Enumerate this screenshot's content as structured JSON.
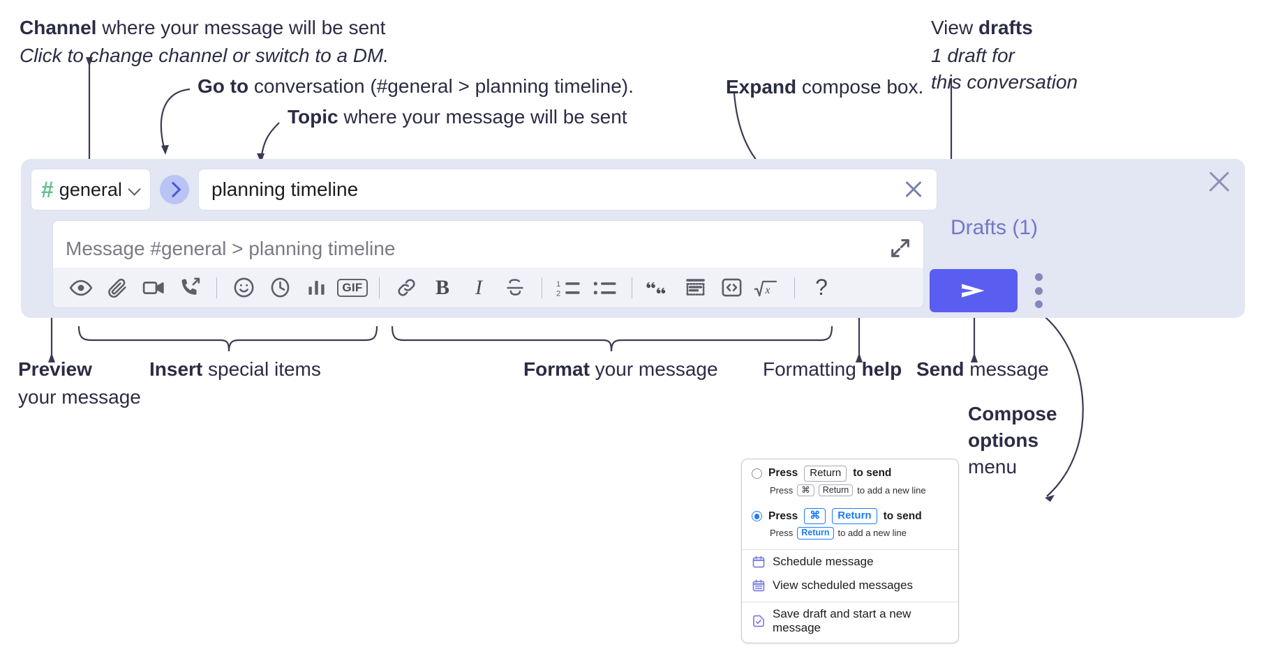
{
  "annotations": {
    "channel": {
      "line1_bold": "Channel",
      "line1_rest": " where your message will be sent",
      "line2": "Click to change channel or switch to a DM."
    },
    "goto": {
      "bold": "Go to",
      "rest": " conversation (#general > planning timeline)."
    },
    "topic": {
      "bold": "Topic",
      "rest": " where your message will be sent"
    },
    "expand": {
      "bold": "Expand",
      "rest": " compose box."
    },
    "drafts": {
      "line1_rest": "View ",
      "line1_bold": "drafts",
      "line2": "1 draft for",
      "line3": "this conversation"
    },
    "preview": {
      "line1_bold": "Preview",
      "line2": "your message"
    },
    "insert": {
      "bold": "Insert",
      "rest": " special items"
    },
    "format": {
      "bold": "Format",
      "rest": " your message"
    },
    "help": {
      "rest": "Formatting ",
      "bold": "help"
    },
    "send": {
      "bold": "Send",
      "rest": " message"
    },
    "compose_options": {
      "line1": "Compose",
      "line2": "options",
      "line3": "menu"
    }
  },
  "compose": {
    "channel_name": "general",
    "channel_hash": "#",
    "topic_value": "planning timeline",
    "message_placeholder": "Message #general > planning timeline",
    "drafts_label": "Drafts (1)",
    "toolbar": {
      "group_insert": [
        {
          "name": "preview-icon",
          "label": "Preview"
        },
        {
          "name": "attachment-icon",
          "label": "Attach file"
        },
        {
          "name": "video-icon",
          "label": "Record video clip"
        },
        {
          "name": "audio-call-icon",
          "label": "Record audio clip"
        }
      ],
      "group_special": [
        {
          "name": "emoji-icon",
          "label": "Emoji"
        },
        {
          "name": "clock-icon",
          "label": "Recent"
        },
        {
          "name": "poll-icon",
          "label": "Poll"
        },
        {
          "name": "gif-icon",
          "label": "GIF"
        }
      ],
      "group_format": [
        {
          "name": "link-icon",
          "label": "Link"
        },
        {
          "name": "bold-icon",
          "label": "Bold"
        },
        {
          "name": "italic-icon",
          "label": "Italic"
        },
        {
          "name": "strikethrough-icon",
          "label": "Strikethrough"
        }
      ],
      "group_lists": [
        {
          "name": "ordered-list-icon",
          "label": "Ordered list"
        },
        {
          "name": "bulleted-list-icon",
          "label": "Bulleted list"
        }
      ],
      "group_blocks": [
        {
          "name": "blockquote-icon",
          "label": "Blockquote"
        },
        {
          "name": "code-block-icon",
          "label": "Code block"
        },
        {
          "name": "code-icon",
          "label": "Code"
        },
        {
          "name": "math-icon",
          "label": "Math"
        }
      ],
      "help_glyph": "?",
      "gif_label": "GIF",
      "bold_glyph": "B",
      "italic_glyph": "I",
      "list_num_1": "1",
      "list_num_2": "2"
    }
  },
  "popup": {
    "option1": {
      "pre": "Press",
      "key": "Return",
      "post": "to send",
      "sub_pre": "Press",
      "sub_key1": "⌘",
      "sub_key2": "Return",
      "sub_post": "to add a new line"
    },
    "option2": {
      "pre": "Press",
      "key1": "⌘",
      "key2": "Return",
      "post": "to send",
      "sub_pre": "Press",
      "sub_key": "Return",
      "sub_post": "to add a new line"
    },
    "menu_items": [
      {
        "icon": "calendar-schedule-icon",
        "label": "Schedule message"
      },
      {
        "icon": "calendar-grid-icon",
        "label": "View scheduled messages"
      },
      {
        "icon": "save-draft-icon",
        "label": "Save draft and start a new message"
      }
    ]
  },
  "colors": {
    "panel_bg": "#e3e6f3",
    "accent_purple": "#5a5ef0",
    "hash_green": "#5fc38c",
    "go_btn_bg": "#b9c4f5",
    "drafts_text": "#7078c8",
    "key_blue": "#1d7afc"
  }
}
